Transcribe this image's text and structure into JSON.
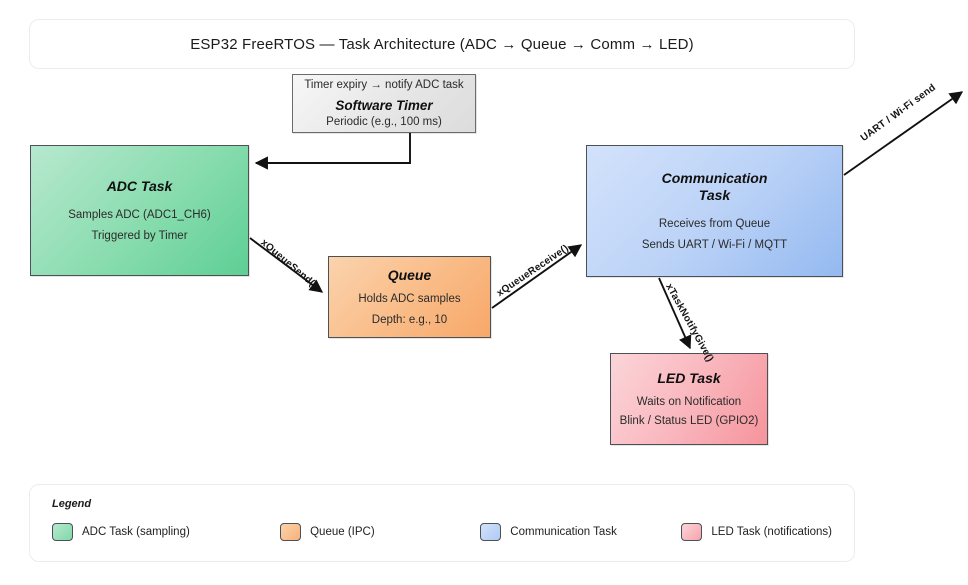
{
  "title": {
    "text": "ESP32 FreeRTOS — Task Architecture (ADC → Queue → Comm → LED)"
  },
  "nodes": {
    "timer": {
      "top_note": "Timer expiry → notify ADC task",
      "title": "Software Timer",
      "line1": "Periodic (e.g., 100 ms)"
    },
    "adc": {
      "title": "ADC Task",
      "line1": "Samples ADC (ADC1_CH6)",
      "line2": "Triggered by Timer"
    },
    "queue": {
      "title": "Queue",
      "line1": "Holds ADC samples",
      "line2": "Depth: e.g., 10"
    },
    "comm": {
      "title_line1": "Communication",
      "title_line2": "Task",
      "line1": "Receives from Queue",
      "line2": "Sends UART / Wi-Fi / MQTT"
    },
    "led": {
      "title": "LED Task",
      "line1": "Waits on Notification",
      "line2": "Blink / Status LED (GPIO2)"
    }
  },
  "edges": {
    "queue_send": "xQueueSend()",
    "queue_receive": "xQueueReceive()",
    "task_notify": "xTaskNotifyGive()",
    "uart_send": "UART / Wi-Fi send"
  },
  "legend": {
    "title": "Legend",
    "items": [
      {
        "label": "ADC Task (sampling)",
        "color": "#88dcae"
      },
      {
        "label": "Queue (IPC)",
        "color": "#f9bb86"
      },
      {
        "label": "Communication Task",
        "color": "#bcd3f7"
      },
      {
        "label": "LED Task (notifications)",
        "color": "#f9b7be"
      }
    ]
  },
  "colors": {
    "adc": "#88dcae",
    "queue": "#f9bb86",
    "comm": "#bcd3f7",
    "led": "#f9b7be",
    "timer": "#e6e6e6",
    "edge": "#111111",
    "border": "#4b5154"
  }
}
